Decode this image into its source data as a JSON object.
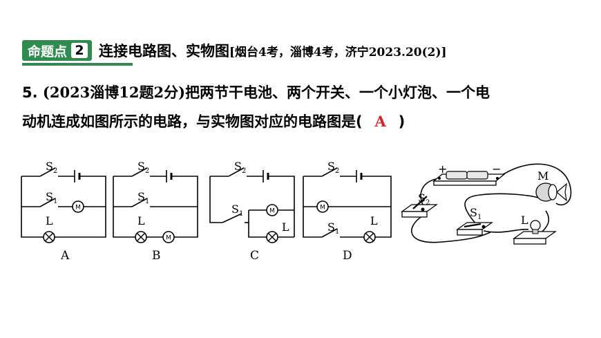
{
  "header": {
    "tag_label": "命题点",
    "tag_number": "2",
    "title": "连接电路图、实物图",
    "source": "[烟台4考，淄博4考，济宁2023.20(2)]"
  },
  "question": {
    "number": "5.",
    "source": "(2023淄博12题2分)",
    "line1_text": "把两节干电池、两个开关、一个小灯泡、一个电",
    "line2_text": "动机连成如图所示的电路，与实物图对应的电路图是(",
    "answer": "A",
    "line2_end": ")"
  },
  "labels": {
    "switch_letter": "S",
    "sub_1": "1",
    "sub_2": "2",
    "motor_letter": "M",
    "lamp_letter": "L"
  },
  "options": [
    "A",
    "B",
    "C",
    "D"
  ],
  "icons": [
    "lamp-symbol-icon",
    "motor-symbol-icon",
    "battery-symbol-icon",
    "switch-symbol-icon"
  ]
}
